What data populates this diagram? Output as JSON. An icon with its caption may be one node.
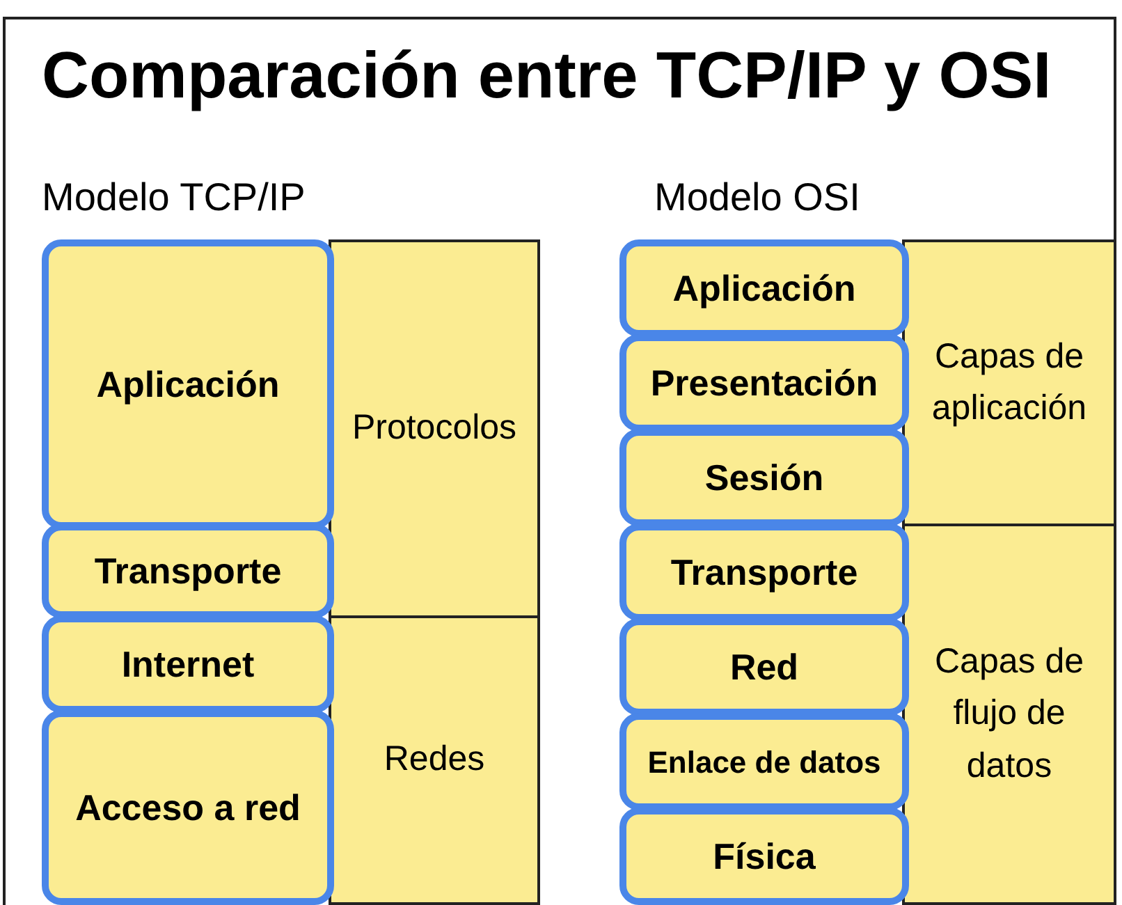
{
  "diagram": {
    "title": "Comparación entre TCP/IP y OSI",
    "nodes": [
      {
        "text": [
          "Aplicación"
        ]
      },
      {
        "text": [
          "Protocolos"
        ]
      },
      {
        "text": [
          "Transporte"
        ]
      },
      {
        "text": [
          "Internet"
        ]
      },
      {
        "text": [
          "Redes"
        ]
      },
      {
        "text": [
          "Acceso a red"
        ]
      },
      {
        "text": [
          "Aplicación"
        ]
      },
      {
        "text": [
          "Capas de aplicación"
        ]
      },
      {
        "text": [
          "Presentación"
        ]
      },
      {
        "text": [
          "Sesión"
        ]
      },
      {
        "text": [
          "Transporte"
        ]
      },
      {
        "text": [
          "Red"
        ]
      },
      {
        "text": [
          "Capas de flujo de datos"
        ]
      },
      {
        "text": [
          "Enlace de datos"
        ]
      },
      {
        "text": [
          "Física"
        ]
      }
    ],
    "labels": [
      "Modelo TCP/IP",
      "Modelo OSI"
    ]
  }
}
